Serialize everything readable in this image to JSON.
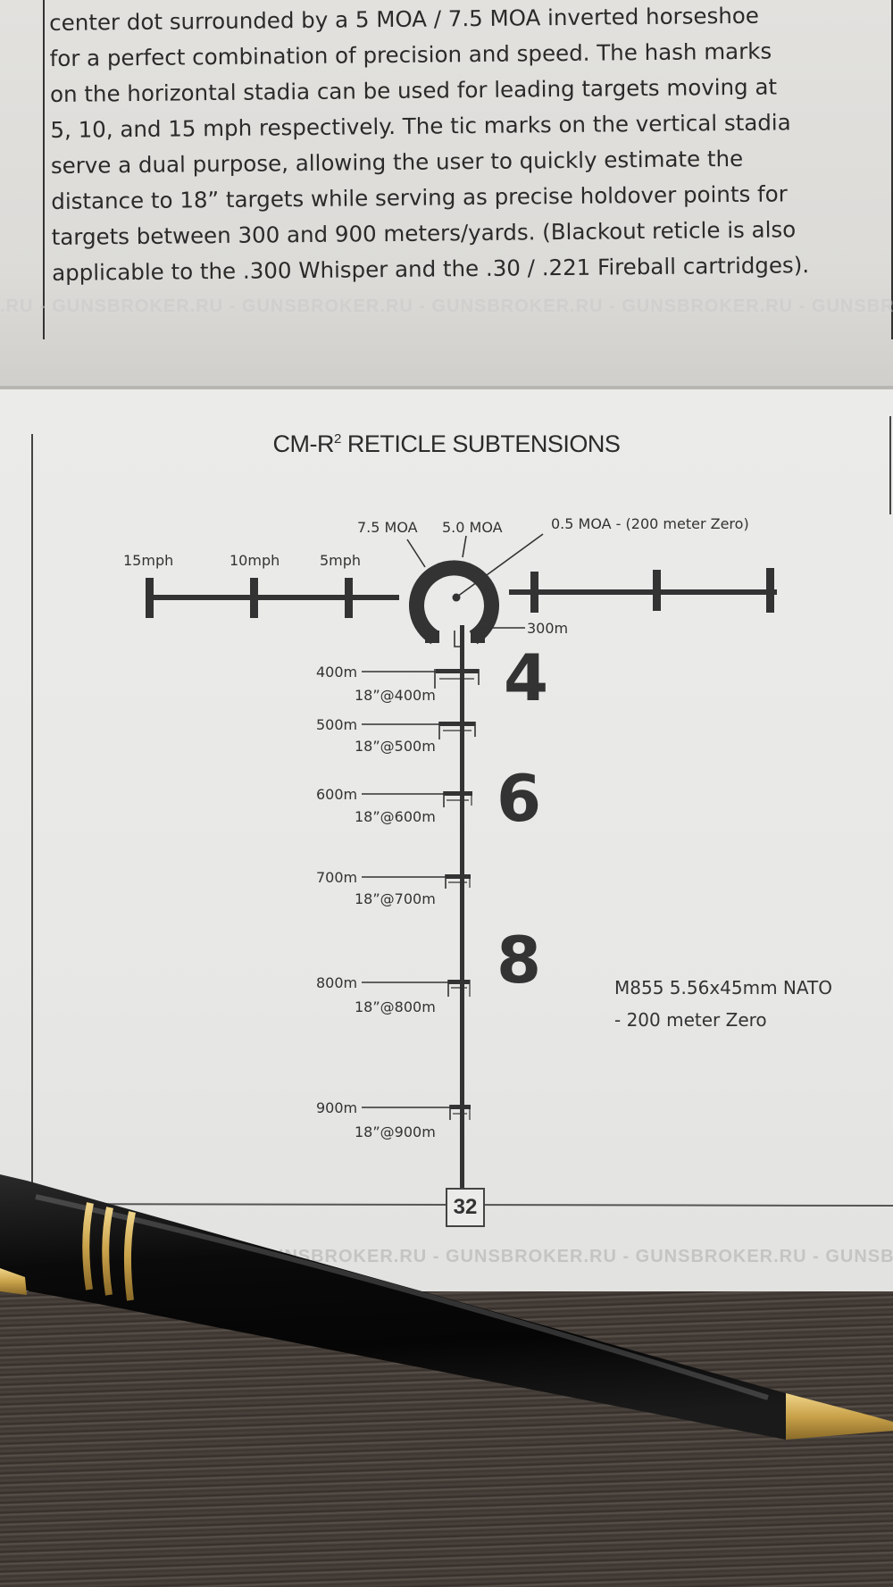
{
  "top_page": {
    "paragraph_lines": [
      "center dot surrounded by a 5 MOA / 7.5 MOA inverted horseshoe",
      "for a perfect combination of precision and speed. The hash marks",
      "on the horizontal stadia can be used for leading targets moving at",
      "5, 10, and 15 mph respectively.  The tic marks on the vertical stadia",
      "serve a dual purpose, allowing the user to quickly estimate the",
      "distance to 18” targets while serving as precise holdover points for",
      "targets between 300 and 900 meters/yards. (Blackout reticle is also",
      "applicable to the .300 Whisper and the .30 / .221 Fireball cartridges)."
    ],
    "watermark": ".RU - GUNSBROKER.RU - GUNSBROKER.RU - GUNSBROKER.RU - GUNSBROKER.RU - GUNSBROKER.RU"
  },
  "diagram": {
    "title_main": "CM-R",
    "title_sup": "2",
    "title_rest": " RETICLE SUBTENSIONS",
    "callouts": {
      "outer_ring": "7.5 MOA",
      "inner_ring": "5.0 MOA",
      "center_dot": "0.5 MOA - (200 meter Zero)"
    },
    "lead_marks": [
      "15mph",
      "10mph",
      "5mph"
    ],
    "zero_label": "300m",
    "holdovers": [
      {
        "range": "400m",
        "target": "18”@400m"
      },
      {
        "range": "500m",
        "target": "18”@500m"
      },
      {
        "range": "600m",
        "target": "18”@600m"
      },
      {
        "range": "700m",
        "target": "18”@700m"
      },
      {
        "range": "800m",
        "target": "18”@800m"
      },
      {
        "range": "900m",
        "target": "18”@900m"
      }
    ],
    "large_numerals": [
      "4",
      "6",
      "8"
    ],
    "cartridge_line1": "M855 5.56x45mm NATO",
    "cartridge_line2": "- 200 meter Zero"
  },
  "footer": {
    "page_number": "32",
    "watermark": "R.RU - GUNSBROKER.RU - GUNSBROKER.RU - GUNSBROKER.RU - GUNSBROKER.RU - GUNSBROKER.RU"
  },
  "colors": {
    "ink": "#2e2e2e",
    "paper": "#e9e9e7",
    "desk": "#3d3631",
    "pen_body": "#0b0b0b",
    "pen_gold": "#c9a24a"
  }
}
